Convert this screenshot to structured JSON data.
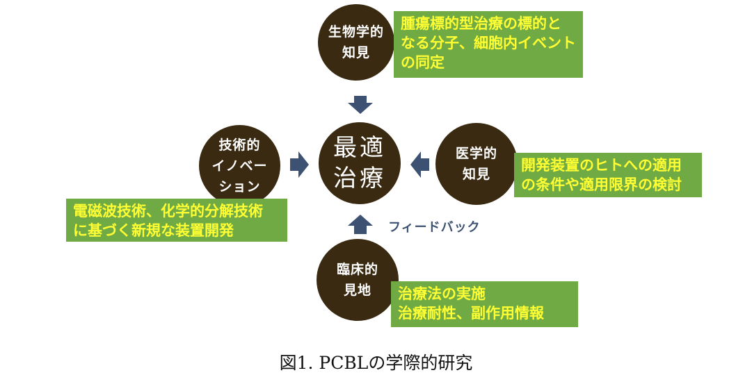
{
  "center": {
    "line1": "最適",
    "line2": "治療"
  },
  "nodes": {
    "biological": {
      "line1": "生物学的",
      "line2": "知見",
      "note_lines": [
        "腫瘍標的型治療の標的と",
        "なる分子、細胞内イベント",
        "の同定"
      ]
    },
    "medical": {
      "line1": "医学的",
      "line2": "知見",
      "note_lines": [
        "開発装置のヒトへの適用",
        "の条件や適用限界の検討"
      ]
    },
    "technical": {
      "line1": "技術的",
      "line2": "イノベー",
      "line3": "ション",
      "note_lines": [
        "電磁波技術、化学的分解技術",
        "に基づく新規な装置開発"
      ]
    },
    "clinical": {
      "line1": "臨床的",
      "line2": "見地",
      "note_lines": [
        "治療法の実施",
        "治療耐性、副作用情報"
      ]
    }
  },
  "feedback_label": "フィードバック",
  "caption": "図1. PCBLの学際的研究",
  "colors": {
    "circle": "#3a2a12",
    "box": "#6faa44",
    "box_text": "#ffff33",
    "arrow": "#3d5272"
  }
}
